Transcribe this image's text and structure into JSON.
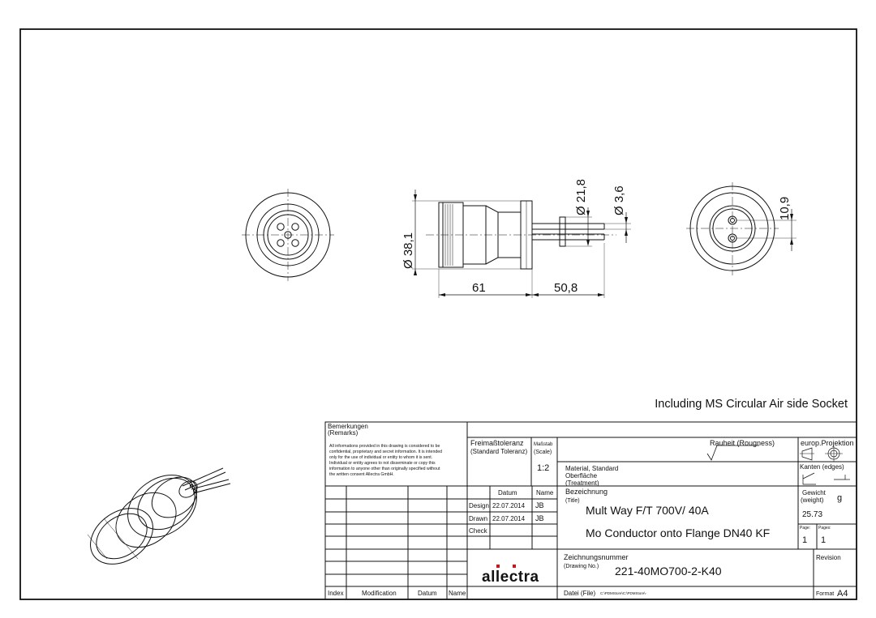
{
  "note": "Including MS Circular Air side Socket",
  "dimensions": {
    "flange_dia": "Ø 38,1",
    "length_body": "61",
    "length_pins": "50,8",
    "pin_circle_dia": "Ø 21,8",
    "pin_dia": "Ø 3,6",
    "pin_spacing": "10,9"
  },
  "title_block": {
    "remarks_de": "Bemerkungen",
    "remarks_en": "(Remarks)",
    "confidential": [
      "All informations provided in this drawing is considered to be",
      "confidential, proprietary and secret information. It is intended",
      "only for the use of individual or entity to whom it is sent.",
      "Individual or entity agrees to not disseminate or copy this",
      "information to anyone other than originally specified without",
      "the written consent Allectra GmbH."
    ],
    "tolerance_de": "Freimaßtoleranz",
    "tolerance_en": "(Standard Toleranz)",
    "scale_de": "Maßstab",
    "scale_en": "(Scale)",
    "scale_value": "1:2",
    "roughness": "Rauheit (Rougness)",
    "projection": "europ.Projektion",
    "material": "Material, Standard",
    "surface_de": "Oberfläche",
    "surface_en": "(Treatment)",
    "edges": "Kanten (edges)",
    "weight_de": "Gewicht",
    "weight_en": "(weight)",
    "weight_unit": "g",
    "weight_value": "25.73",
    "datum_header": "Datum",
    "name_header": "Name",
    "design_label": "Design",
    "design_date": "22.07.2014",
    "design_name": "JB",
    "drawn_label": "Drawn",
    "drawn_date": "22.07.2014",
    "drawn_name": "JB",
    "check_label": "Check",
    "designation_de": "Bezeichnung",
    "designation_en": "(Title)",
    "title_line1": "Mult Way F/T 700V/ 40A",
    "title_line2": "Mo Conductor onto Flange DN40 KF",
    "page_label": "Page:",
    "pages_label": "Pages:",
    "page_value": "1",
    "pages_value": "1",
    "drawing_no_de": "Zeichnungsnummer",
    "drawing_no_en": "(Drawing No.)",
    "drawing_no": "221-40MO700-2-K40",
    "revision": "Revision",
    "file_label": "Datei (File)",
    "file_path": "C:\\PDMStore\\C:\\PDMStore\\-",
    "format_label": "Format",
    "format_value": "A4",
    "index_header": "Index",
    "modification_header": "Modification",
    "datum_header2": "Datum",
    "name_header2": "Name",
    "logo_text": "allectra"
  }
}
